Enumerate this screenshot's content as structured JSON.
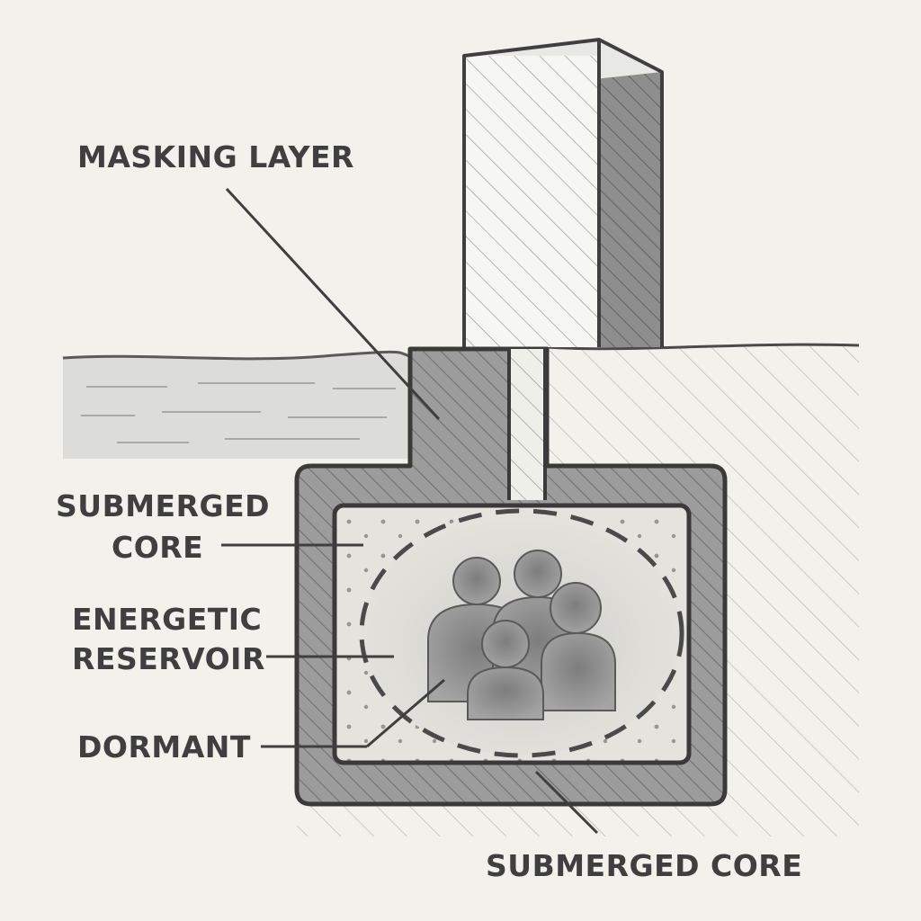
{
  "diagram": {
    "labels": {
      "masking_layer": "MASKING LAYER",
      "submerged_core_left_line1": "SUBMERGED",
      "submerged_core_left_line2": "CORE",
      "energetic_reservoir_line1": "ENERGETIC",
      "energetic_reservoir_line2": "RESERVOIR",
      "dormant": "DORMANT",
      "submerged_core_bottom": "SUBMERGED CORE"
    },
    "figures": {
      "count": 4,
      "depiction": "silhouettes of dormant people"
    },
    "style": {
      "ink": "#4a4a4a",
      "paper": "#f2f1ec",
      "wall_fill": "#9a9a9a",
      "water": "#d6d6d2"
    }
  }
}
